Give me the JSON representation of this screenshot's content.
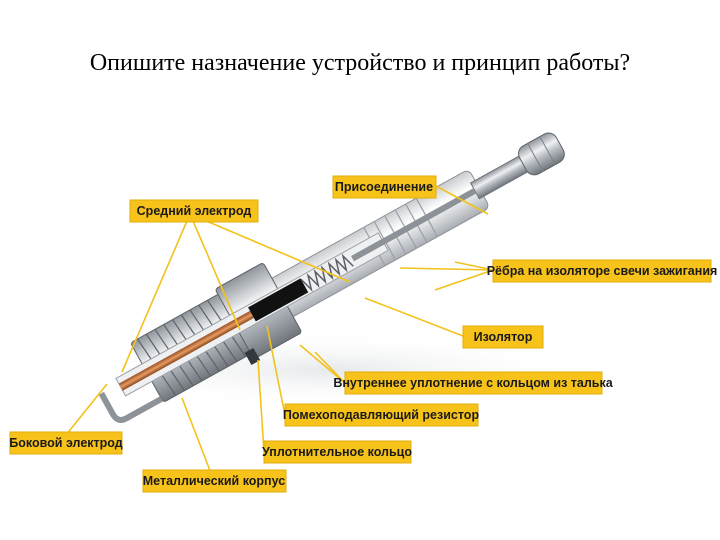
{
  "title": "Опишите назначение устройство и принцип работы?",
  "labels": {
    "connection": "Присоединение",
    "center_electrode": "Средний электрод",
    "insulator_ribs": "Рёбра на изоляторе свечи зажигания",
    "insulator": "Изолятор",
    "inner_seal": "Внутреннее уплотнение с кольцом из талька",
    "suppression_resistor": "Помехоподавляющий резистор",
    "side_electrode": "Боковой электрод",
    "sealing_ring": "Уплотнительное кольцо",
    "metal_body": "Металлический корпус"
  },
  "colors": {
    "label_bg": "#f7c31a",
    "leader_line": "#f2c21b",
    "metal": "#b9bec4",
    "copper": "#c8703a"
  }
}
